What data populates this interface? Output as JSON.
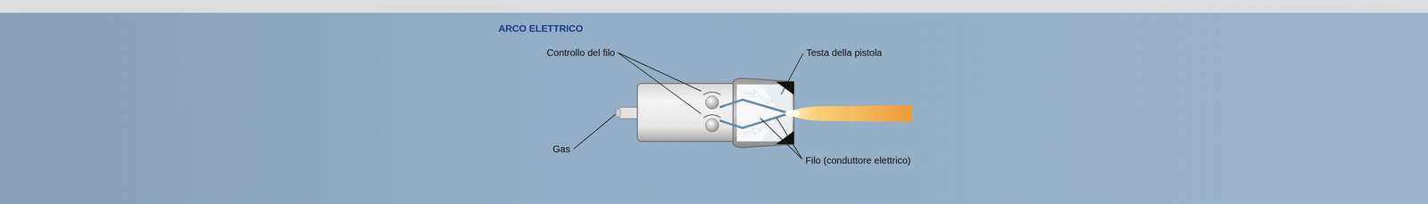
{
  "diagram": {
    "title": "ARCO ELETTRICO",
    "labels": [
      "Controllo del filo",
      "Testa della pistola",
      "Gas",
      "Filo (conduttore elettrico)"
    ]
  }
}
